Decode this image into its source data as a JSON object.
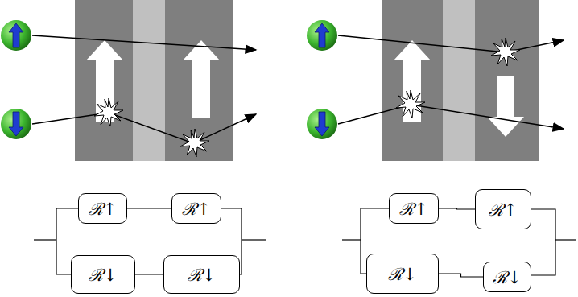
{
  "diagram": {
    "nodes": [
      {
        "text": [
          "ℛ↑"
        ]
      },
      {
        "text": [
          "ℛ↑"
        ]
      },
      {
        "text": [
          "ℛ↓"
        ]
      },
      {
        "text": [
          "ℛ↓"
        ]
      },
      {
        "text": [
          "ℛ↑"
        ]
      },
      {
        "text": [
          "ℛ↑"
        ]
      },
      {
        "text": [
          "ℛ↓"
        ]
      },
      {
        "text": [
          "ℛ↓"
        ]
      }
    ],
    "edges": [
      {
        "from": 0,
        "to": 1,
        "arrow": "none"
      },
      {
        "from": 2,
        "to": 3,
        "arrow": "none"
      },
      {
        "from": 4,
        "to": 5,
        "arrow": "none"
      },
      {
        "from": 6,
        "to": 7,
        "arrow": "none"
      }
    ]
  }
}
